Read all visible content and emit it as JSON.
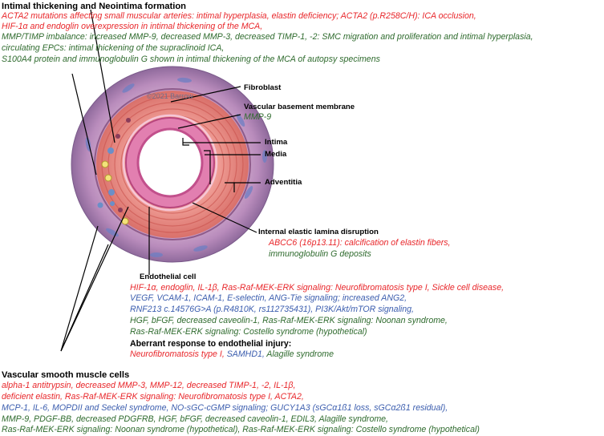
{
  "colors": {
    "red": "#e8262a",
    "blue": "#3b5dae",
    "green": "#2f6b2e",
    "black": "#000000"
  },
  "intimal": {
    "title": "Intimal thickening and Neointima formation",
    "line1": "ACTA2 mutations affecting small muscular arteries: intimal hyperplasia, elastin deficiency; ACTA2 (p.R258C/H): ICA occlusion,",
    "line2": "HIF-1α and endoglin overexpression in intimal thickening of the MCA,",
    "line3": "MMP/TIMP imbalance: increased MMP-9, decreased MMP-3, decreased TIMP-1, -2: SMC migration and proliferation and intimal hyperplasia,",
    "line4": "circulating EPCs: intimal thickening of the supraclinoid ICA,",
    "line5": "S100A4 protein and immunoglobulin G shown in intimal thickening of the MCA of autopsy specimens"
  },
  "illustration": {
    "copyright": "©2021 Barrow"
  },
  "labels": {
    "fibroblast": "Fibroblast",
    "vbm": "Vascular basement membrane",
    "vbm_note": "MMP-9",
    "intima": "Intima",
    "media": "Media",
    "adventitia": "Adventitia",
    "iel": "Internal elastic lamina disruption",
    "iel_red": "ABCC6 (16p13.11): calcification of elastin fibers,",
    "iel_green": "immunoglobulin G deposits"
  },
  "endothelial": {
    "title": "Endothelial cell",
    "line1": "HIF-1α, endoglin, IL-1β, Ras-Raf-MEK-ERK signaling: Neurofibromatosis type I, Sickle cell disease,",
    "line2": "VEGF, VCAM-1, ICAM-1, E-selectin, ANG-Tie signaling; increased ANG2,",
    "line3": "RNF213 c.14576G>A (p.R4810K, rs112735431), PI3K/Akt/mTOR signaling,",
    "line4": "HGF, bFGF, decreased caveolin-1, Ras-Raf-MEK-ERK signaling: Noonan syndrome,",
    "line5": "Ras-Raf-MEK-ERK signaling: Costello syndrome (hypothetical)",
    "aberrant_title": "Aberrant response to endothelial injury:",
    "aberrant_red": "Neurofibromatosis type I,",
    "aberrant_blue": "SAMHD1,",
    "aberrant_green": "Alagille syndrome"
  },
  "vsmc": {
    "title": "Vascular smooth muscle cells",
    "line1": "alpha-1 antitrypsin, decreased MMP-3, MMP-12, decreased TIMP-1, -2, IL-1β,",
    "line2": "deficient elastin, Ras-Raf-MEK-ERK signaling: Neurofibromatosis type I, ACTA2,",
    "line3": "MCP-1, IL-6, MOPDII and Seckel syndrome, NO-sGC-cGMP signaling; GUCY1A3 (sGCα1ß1 loss, sGCα2ß1 residual),",
    "line4": "MMP-9, PDGF-BB, decreased PDGFRB, HGF, bFGF, decreased caveolin-1, EDIL3, Alagille syndrome,",
    "line5": "Ras-Raf-MEK-ERK signaling: Noonan syndrome (hypothetical), Ras-Raf-MEK-ERK signaling: Costello syndrome (hypothetical)"
  }
}
